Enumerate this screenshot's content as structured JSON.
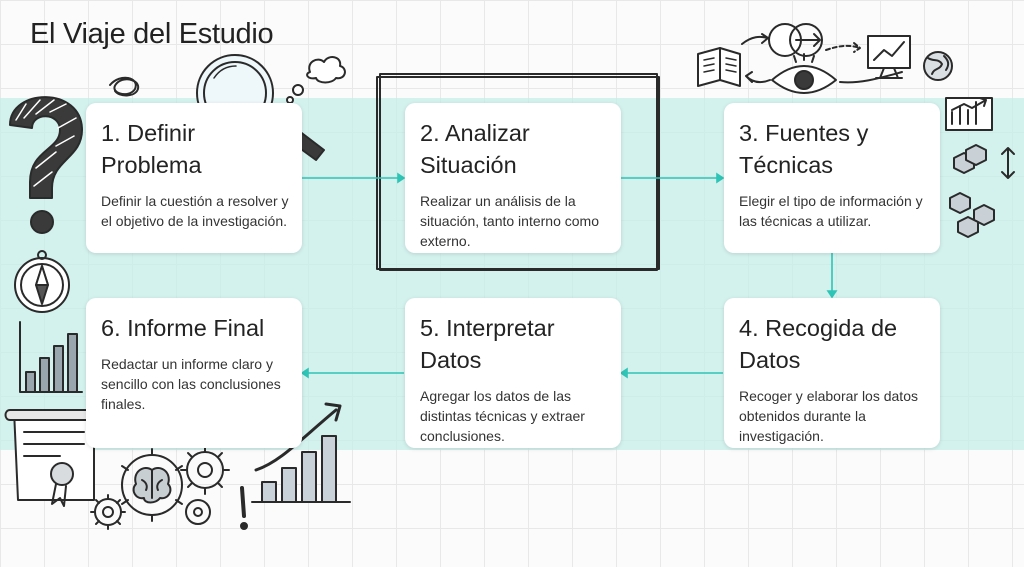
{
  "title": "El Viaje del Estudio",
  "accent_color": "#2ec4b6",
  "band_color": "#c6eee8",
  "steps": [
    {
      "title": "1. Definir Problema",
      "desc": "Definir la cuestión a resolver y el objetivo de la investigación."
    },
    {
      "title": "2. Analizar Situación",
      "desc": "Realizar un análisis de la situación, tanto interno como externo."
    },
    {
      "title": "3. Fuentes y Técnicas",
      "desc": "Elegir el tipo de información y las técnicas a utilizar."
    },
    {
      "title": "4. Recogida de Datos",
      "desc": "Recoger y elaborar los datos obtenidos durante la investigación."
    },
    {
      "title": "5. Interpretar Datos",
      "desc": "Agregar los datos de las distintas técnicas y extraer conclusiones."
    },
    {
      "title": "6. Informe Final",
      "desc": "Redactar un informe claro y sencillo con las conclusiones finales."
    }
  ],
  "icons": [
    "question-mark-icon",
    "magnifying-glass-icon",
    "thought-cloud-icon",
    "scribble-icon",
    "compass-icon",
    "bar-chart-icon",
    "diploma-icon",
    "gears-icon",
    "brain-gear-icon",
    "exclamation-icon",
    "rising-chart-icon",
    "book-icon",
    "venn-arrow-icon",
    "eye-icon",
    "monitor-chart-icon",
    "globe-icon",
    "chart-frame-icon",
    "cubes-icon",
    "double-arrow-icon"
  ]
}
